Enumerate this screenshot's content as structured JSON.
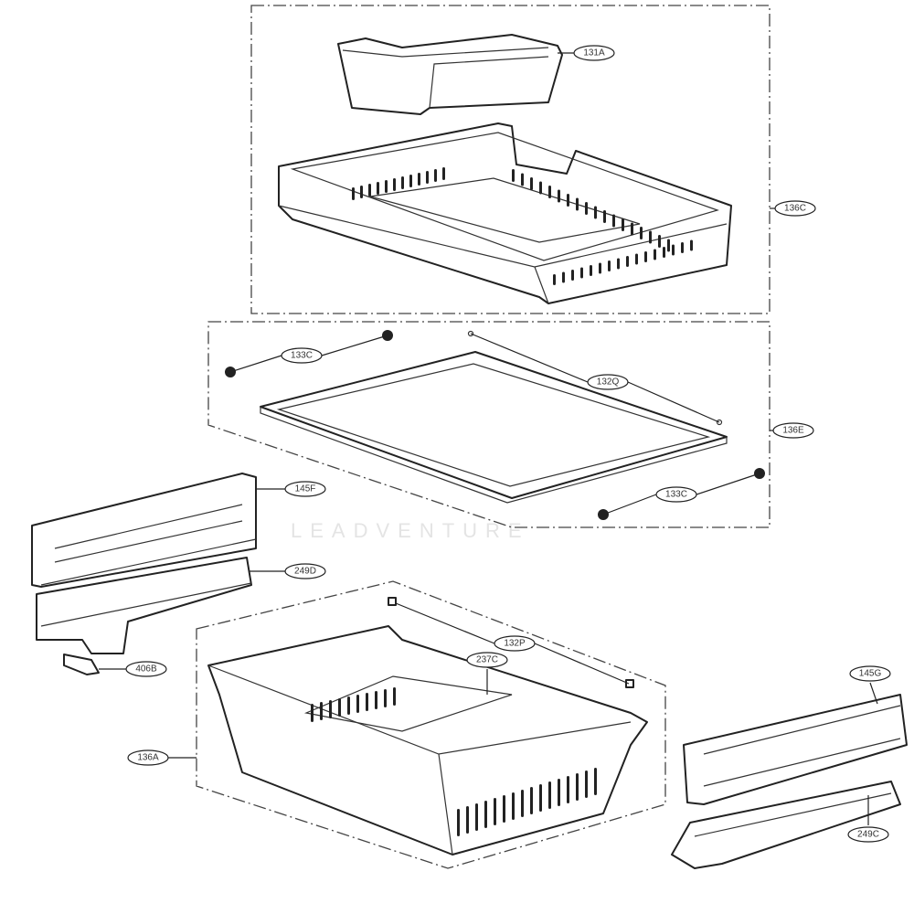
{
  "watermark": "LEADVENTURE",
  "callouts": [
    {
      "id": "c1",
      "label": "131A"
    },
    {
      "id": "c2",
      "label": "136C"
    },
    {
      "id": "c3",
      "label": "133C"
    },
    {
      "id": "c4",
      "label": "132Q"
    },
    {
      "id": "c5",
      "label": "136E"
    },
    {
      "id": "c6",
      "label": "133C"
    },
    {
      "id": "c7",
      "label": "145F"
    },
    {
      "id": "c8",
      "label": "249D"
    },
    {
      "id": "c9",
      "label": "406B"
    },
    {
      "id": "c10",
      "label": "132P"
    },
    {
      "id": "c11",
      "label": "237C"
    },
    {
      "id": "c12",
      "label": "136A"
    },
    {
      "id": "c13",
      "label": "145G"
    },
    {
      "id": "c14",
      "label": "249C"
    }
  ]
}
